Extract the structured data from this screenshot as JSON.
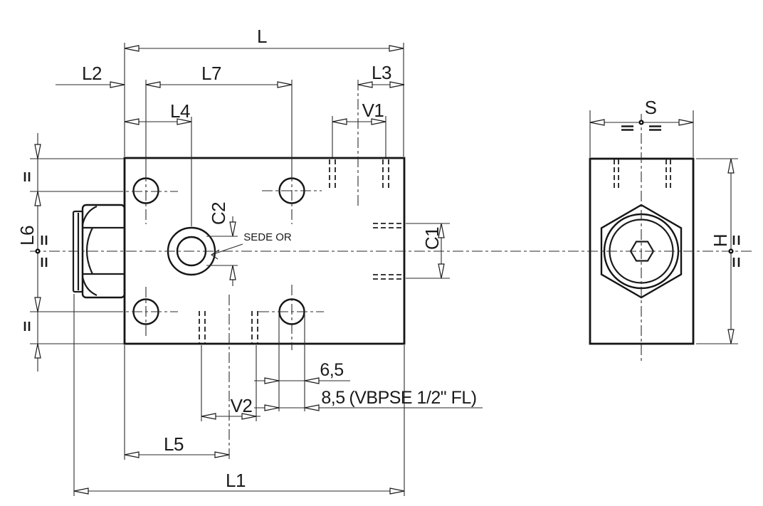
{
  "drawing": {
    "dimension_labels": {
      "L": "L",
      "L1": "L1",
      "L2": "L2",
      "L3": "L3",
      "L4": "L4",
      "L5": "L5",
      "L6": "L6",
      "L7": "L7",
      "V1": "V1",
      "V2": "V2",
      "C1": "C1",
      "C2": "C2",
      "S": "S",
      "H": "H"
    },
    "annotations": {
      "sede_or": "SEDE OR",
      "hole_diameter": "6,5",
      "hole_diameter_alt": "8,5",
      "variant_note": "(VBPSE 1/2\" FL)"
    },
    "colors": {
      "line": "#1b1b1b",
      "background": "#ffffff"
    }
  }
}
